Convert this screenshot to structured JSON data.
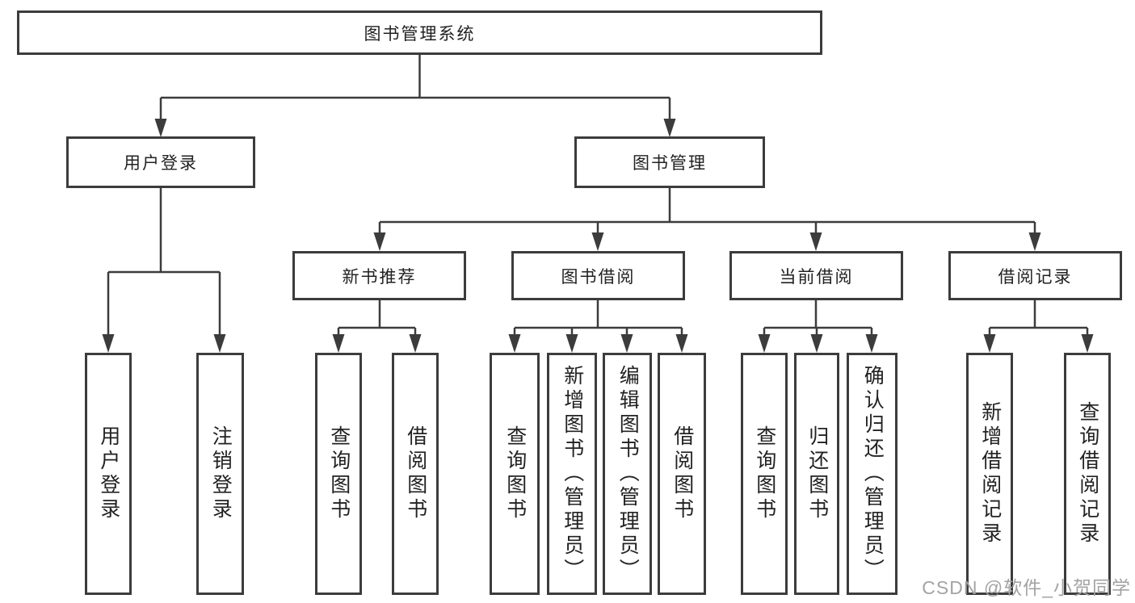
{
  "diagram": {
    "root": {
      "label": "图书管理系统"
    },
    "level2": [
      {
        "label": "用户登录"
      },
      {
        "label": "图书管理"
      }
    ],
    "level3": [
      {
        "label": "新书推荐"
      },
      {
        "label": "图书借阅"
      },
      {
        "label": "当前借阅"
      },
      {
        "label": "借阅记录"
      }
    ],
    "leaves": {
      "login": [
        {
          "label": "用户登录"
        },
        {
          "label": "注销登录"
        }
      ],
      "recommend": [
        {
          "label": "查询图书"
        },
        {
          "label": "借阅图书"
        }
      ],
      "borrow": [
        {
          "label": "查询图书"
        },
        {
          "label": "新增图书（管理员）"
        },
        {
          "label": "编辑图书（管理员）"
        },
        {
          "label": "借阅图书"
        }
      ],
      "current": [
        {
          "label": "查询图书"
        },
        {
          "label": "归还图书"
        },
        {
          "label": "确认归还（管理员）"
        }
      ],
      "records": [
        {
          "label": "新增借阅记录"
        },
        {
          "label": "查询借阅记录"
        }
      ]
    }
  },
  "watermark": {
    "text": "CSDN @软件_小贺同学"
  },
  "colors": {
    "line": "#3c3c3c",
    "box_border": "#3c3c3c",
    "text": "#222222",
    "watermark": "#a3a3a3",
    "background": "#ffffff"
  }
}
